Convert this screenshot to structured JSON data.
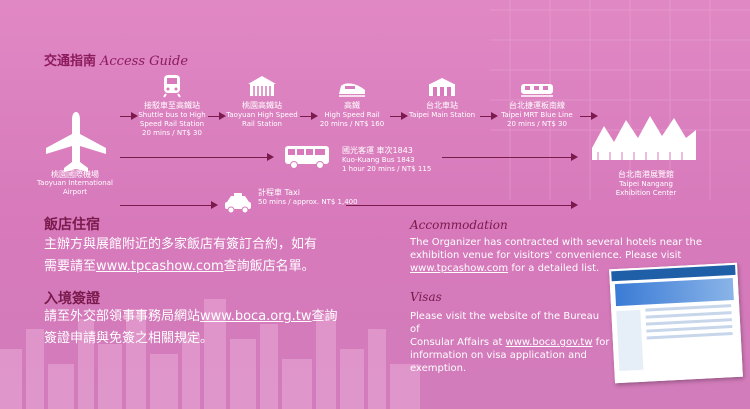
{
  "header": {
    "title_zh": "交通指南",
    "title_en": "Access Guide"
  },
  "route": {
    "shuttle": {
      "zh": "接駁車至高鐵站",
      "en1": "Shuttle bus to High",
      "en2": "Speed Rail Station",
      "fare": "20 mins / NT$ 30"
    },
    "hsr_station": {
      "zh": "桃園高鐵站",
      "en1": "Taoyuan High Speed",
      "en2": "Rail Station"
    },
    "hsr": {
      "zh": "高鐵",
      "en1": "High Speed Rail",
      "fare": "20 mins / NT$ 160"
    },
    "main_station": {
      "zh": "台北車站",
      "en1": "Taipei Main Station"
    },
    "mrt": {
      "zh": "台北捷運板南線",
      "en1": "Taipei MRT Blue Line",
      "fare": "20 mins / NT$ 30"
    },
    "airport": {
      "zh": "桃園國際機場",
      "en1": "Taoyuan International",
      "en2": "Airport"
    },
    "bus": {
      "zh": "國光客運 車次1843",
      "en1": "Kuo-Kuang Bus 1843",
      "fare": "1 hour 20 mins / NT$ 115"
    },
    "taxi": {
      "zh": "計程車 Taxi",
      "fare": "50 mins / approx. NT$ 1,400"
    },
    "venue": {
      "zh": "台北南港展覽館",
      "en1": "Taipei Nangang",
      "en2": "Exhibition Center"
    }
  },
  "accommodation": {
    "title_zh": "飯店住宿",
    "zh_line1": "主辦方與展館附近的多家飯店有簽訂合約，如有",
    "zh_line2_pre": "需要請至",
    "zh_link": "www.tpcashow.com",
    "zh_line2_post": "查詢飯店名單。",
    "title_en": "Accommodation",
    "en_line1": "The Organizer has contracted with several hotels near the",
    "en_line2": "exhibition venue for visitors' convenience. Please visit",
    "en_link": "www.tpcashow.com",
    "en_line3_post": " for a detailed list."
  },
  "visas": {
    "title_zh": "入境簽證",
    "zh_line1_pre": "請至外交部領事事務局網站",
    "zh_link": "www.boca.org.tw",
    "zh_line1_post": "查詢",
    "zh_line2": "簽證申請與免簽之相關規定。",
    "title_en": "Visas",
    "en_line1": "Please visit the website of the Bureau of",
    "en_line2_pre": "Consular Affairs at ",
    "en_link": "www.boca.gov.tw",
    "en_line2_post": " for",
    "en_line3": "information on visa application and",
    "en_line4": "exemption."
  }
}
